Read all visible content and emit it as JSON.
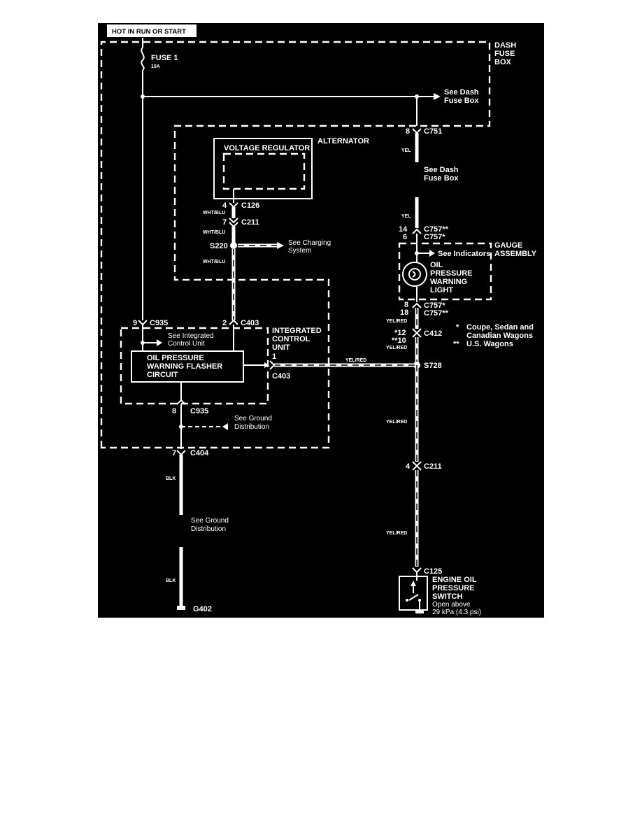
{
  "header": {
    "power_label": "HOT IN  RUN OR START"
  },
  "dash_fuse_box": {
    "label": [
      "DASH",
      "FUSE",
      "BOX"
    ],
    "fuse_name": "FUSE 1",
    "fuse_rating": "10A",
    "ref_right": [
      "See Dash",
      "Fuse Box"
    ]
  },
  "connectors": {
    "c751": {
      "pin": "8",
      "name": "C751"
    },
    "c126": {
      "pin": "4",
      "name": "C126"
    },
    "c211_top": {
      "pin": "7",
      "name": "C211"
    },
    "c757_top": {
      "pins": [
        "14",
        "6"
      ],
      "names": [
        "C757**",
        "C757*"
      ]
    },
    "c757_bot": {
      "pins": [
        "8",
        "18"
      ],
      "names": [
        "C757*",
        "C757**"
      ]
    },
    "c412": {
      "pins": [
        "*12",
        "**10"
      ],
      "name": "C412"
    },
    "c935_top": {
      "pin": "9",
      "name": "C935"
    },
    "c403_top": {
      "pin": "2",
      "name": "C403"
    },
    "c403_side": {
      "pin": "1",
      "name": "C403"
    },
    "c935_bot": {
      "pin": "8",
      "name": "C935"
    },
    "c404": {
      "pin": "7",
      "name": "C404"
    },
    "c211_bot": {
      "pin": "4",
      "name": "C211"
    },
    "c125": {
      "name": "C125"
    }
  },
  "alternator": {
    "label": "ALTERNATOR",
    "regulator": "VOLTAGE REGULATOR"
  },
  "wires": {
    "yel_1": "YEL",
    "yel_2": "YEL",
    "wht_blu_1": "WHT/BLU",
    "wht_blu_2": "WHT/BLU",
    "wht_blu_3": "WHT/BLU",
    "yel_red_1": "YEL/RED",
    "yel_red_2": "YEL/RED",
    "yel_red_h": "YEL/RED",
    "yel_red_3": "YEL/RED",
    "yel_red_4": "YEL/RED",
    "blk_1": "BLK",
    "blk_2": "BLK"
  },
  "refs": {
    "dash_fuse_mid": [
      "See Dash",
      "Fuse Box"
    ],
    "charging": [
      "See Charging",
      "System"
    ],
    "indicators": "See Indicators",
    "integrated": [
      "See Integrated",
      "Control Unit"
    ],
    "ground_1": [
      "See Ground",
      "Distribution"
    ],
    "ground_2": [
      "See Ground",
      "Distribution"
    ]
  },
  "splices": {
    "s220": "S220",
    "s728": "S728"
  },
  "gauge_assembly": {
    "label": [
      "GAUGE",
      "ASSEMBLY"
    ],
    "light": [
      "OIL",
      "PRESSURE",
      "WARNING",
      "LIGHT"
    ]
  },
  "integrated_control_unit": {
    "label": [
      "INTEGRATED",
      "CONTROL",
      "UNIT"
    ],
    "circuit": [
      "OIL PRESSURE",
      "WARNING FLASHER",
      "CIRCUIT"
    ]
  },
  "legend": [
    {
      "mark": "*",
      "text": [
        "Coupe, Sedan and",
        "Canadian Wagons"
      ]
    },
    {
      "mark": "**",
      "text": [
        "U.S. Wagons"
      ]
    }
  ],
  "switch": {
    "label": [
      "ENGINE OIL",
      "PRESSURE",
      "SWITCH"
    ],
    "note": [
      "Open above",
      "29 kPa (4.3 psi)"
    ]
  },
  "ground": {
    "name": "G402"
  }
}
